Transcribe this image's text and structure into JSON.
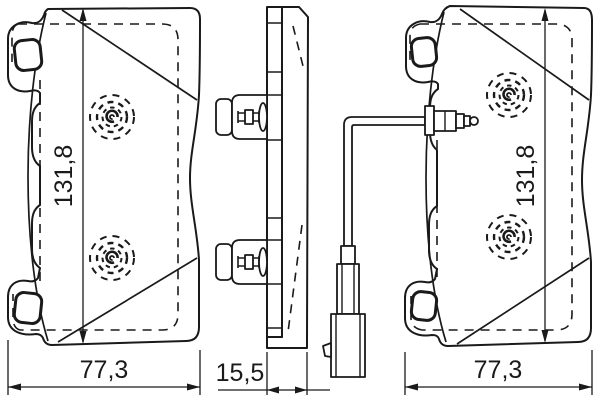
{
  "drawing": {
    "kind": "technical-drawing",
    "subject": "disc-brake-pad-set",
    "views": [
      "front-view-outer-pad",
      "side-view",
      "front-view-inner-pad-with-wear-sensor"
    ],
    "background_color": "#ffffff",
    "line_color": "#1a1a1a"
  },
  "dimensions": {
    "left_view": {
      "height": "131,8",
      "width": "77,3"
    },
    "side_view": {
      "thickness": "15,5"
    },
    "right_view": {
      "height": "131,8",
      "width": "77,3"
    }
  }
}
